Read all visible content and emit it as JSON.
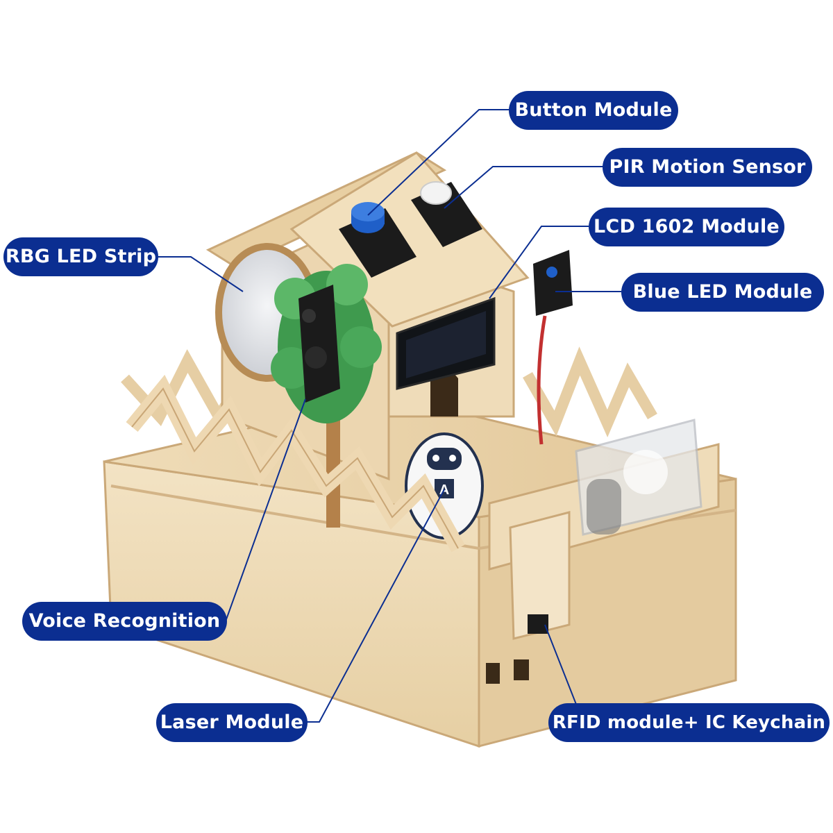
{
  "labels": {
    "button_module": "Button Module",
    "pir_motion_sensor": "PIR Motion Sensor",
    "lcd_1602_module": "LCD 1602 Module",
    "rbg_led_strip": "RBG LED Strip",
    "blue_led_module": "Blue LED Module",
    "voice_recognition": "Voice Recognition",
    "laser_module": "Laser Module",
    "rfid_module": "RFID module+ IC Keychain"
  },
  "robot_badge": "A",
  "colors": {
    "label_bg": "#0b2e91",
    "label_text": "#ffffff",
    "leader_line": "#0b2e91",
    "wood": "#ecd6b0",
    "wood_dark": "#c9a676",
    "tree_green": "#3f9a4e",
    "button_cap": "#1f5fc8"
  }
}
